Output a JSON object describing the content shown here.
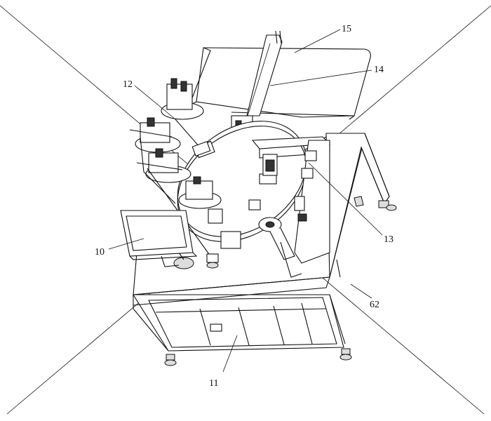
{
  "figure": {
    "labels": [
      {
        "id": "15",
        "text": "15"
      },
      {
        "id": "14",
        "text": "14"
      },
      {
        "id": "12",
        "text": "12"
      },
      {
        "id": "13",
        "text": "13"
      },
      {
        "id": "10",
        "text": "10"
      },
      {
        "id": "62",
        "text": "62"
      },
      {
        "id": "11",
        "text": "11"
      }
    ]
  }
}
